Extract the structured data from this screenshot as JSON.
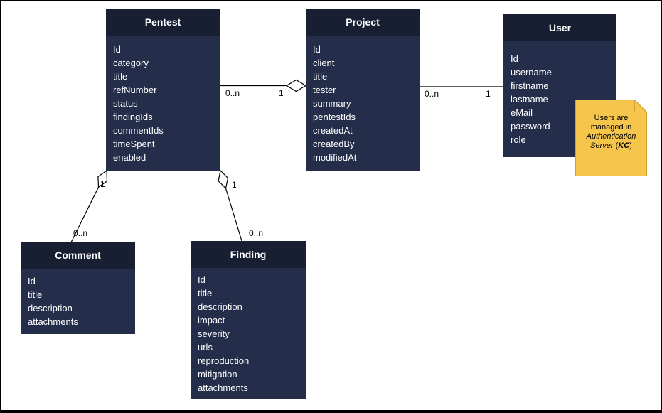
{
  "diagram": {
    "type": "uml-class-diagram",
    "entities": {
      "pentest": {
        "name": "Pentest",
        "fields": [
          "Id",
          "category",
          "title",
          "refNumber",
          "status",
          "findingIds",
          "commentIds",
          "timeSpent",
          "enabled"
        ]
      },
      "project": {
        "name": "Project",
        "fields": [
          "Id",
          "client",
          "title",
          "tester",
          "summary",
          "pentestIds",
          "createdAt",
          "createdBy",
          "modifiedAt"
        ]
      },
      "user": {
        "name": "User",
        "fields": [
          "Id",
          "username",
          "firstname",
          "lastname",
          "eMail",
          "password",
          "role"
        ]
      },
      "comment": {
        "name": "Comment",
        "fields": [
          "Id",
          "title",
          "description",
          "attachments"
        ]
      },
      "finding": {
        "name": "Finding",
        "fields": [
          "Id",
          "title",
          "description",
          "impact",
          "severity",
          "urls",
          "reproduction",
          "mitigation",
          "attachments"
        ]
      }
    },
    "relationships": {
      "pentest_project": {
        "from": "Pentest",
        "to": "Project",
        "from_label": "0..n",
        "to_label": "1",
        "kind": "aggregation"
      },
      "project_user": {
        "from": "Project",
        "to": "User",
        "from_label": "0..n",
        "to_label": "1",
        "kind": "association"
      },
      "pentest_comment": {
        "from": "Pentest",
        "to": "Comment",
        "from_label": "1",
        "to_label": "0..n",
        "kind": "aggregation"
      },
      "pentest_finding": {
        "from": "Pentest",
        "to": "Finding",
        "from_label": "1",
        "to_label": "0..n",
        "kind": "aggregation"
      }
    },
    "note": {
      "line1": "Users are",
      "line2": "managed in",
      "line3": "Authentication",
      "line4_italic": "Server",
      "line4_open": "(",
      "line4_emphasis": "KC",
      "line4_close": ")"
    },
    "colors": {
      "entity_header": "#181f33",
      "entity_body": "#242e4b",
      "entity_text": "#ffffff",
      "line": "#000000",
      "note_fill": "#f6c54c",
      "note_border": "#d0a036",
      "multiplicity_text": "#000000"
    }
  }
}
